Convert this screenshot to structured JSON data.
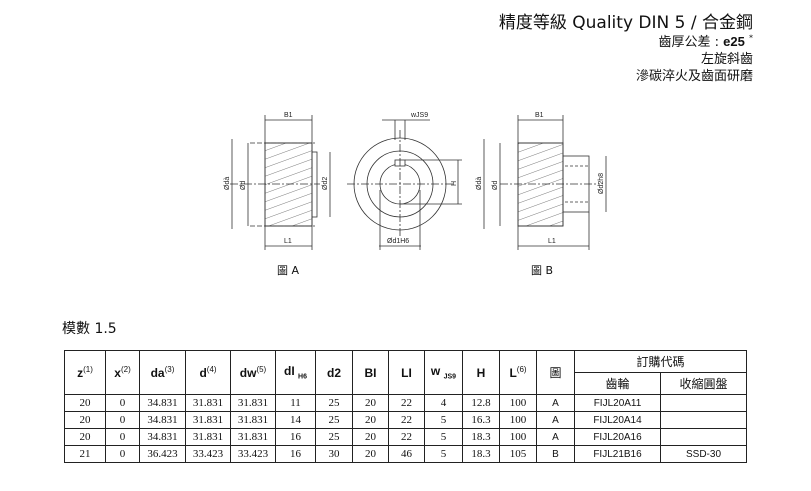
{
  "header": {
    "title": "精度等級 Quality DIN 5  /  合金鋼",
    "tolerance_label": "齒厚公差 : ",
    "tolerance_value": "e25",
    "tolerance_mark": "*",
    "helix": "左旋斜齒",
    "treatment": "滲碳淬火及齒面研磨"
  },
  "drawings": {
    "fig_a_caption": "圖 A",
    "fig_b_caption": "圖 B",
    "labels": {
      "b1": "B1",
      "l1": "L1",
      "da": "Ødà",
      "d": "Ød",
      "d2": "Ød2",
      "wjs9": "wJS9",
      "h": "H",
      "d1h6": "Ød1H6",
      "d2h8": "Ød2h8"
    }
  },
  "module": "模數 1.5",
  "table": {
    "headers": [
      {
        "t": "z",
        "s": "(1)"
      },
      {
        "t": "x",
        "s": "(2)"
      },
      {
        "t": "da",
        "s": "(3)"
      },
      {
        "t": "d",
        "s": "(4)"
      },
      {
        "t": "dw",
        "s": "(5)"
      },
      {
        "t": "dI",
        "sub": "H6"
      },
      {
        "t": "d2"
      },
      {
        "t": "BI"
      },
      {
        "t": "LI"
      },
      {
        "t": "w",
        "sub": "JS9"
      },
      {
        "t": "H"
      },
      {
        "t": "L",
        "s": "(6)"
      },
      {
        "t": "圖"
      }
    ],
    "order_code": "訂購代碼",
    "gear": "齒輪",
    "shrink_disc": "收縮圓盤",
    "rows": [
      [
        "20",
        "0",
        "34.831",
        "31.831",
        "31.831",
        "11",
        "25",
        "20",
        "22",
        "4",
        "12.8",
        "100",
        "A",
        "FIJL20A11",
        ""
      ],
      [
        "20",
        "0",
        "34.831",
        "31.831",
        "31.831",
        "14",
        "25",
        "20",
        "22",
        "5",
        "16.3",
        "100",
        "A",
        "FIJL20A14",
        ""
      ],
      [
        "20",
        "0",
        "34.831",
        "31.831",
        "31.831",
        "16",
        "25",
        "20",
        "22",
        "5",
        "18.3",
        "100",
        "A",
        "FIJL20A16",
        ""
      ],
      [
        "21",
        "0",
        "36.423",
        "33.423",
        "33.423",
        "16",
        "30",
        "20",
        "46",
        "5",
        "18.3",
        "105",
        "B",
        "FIJL21B16",
        "SSD-30"
      ]
    ]
  }
}
